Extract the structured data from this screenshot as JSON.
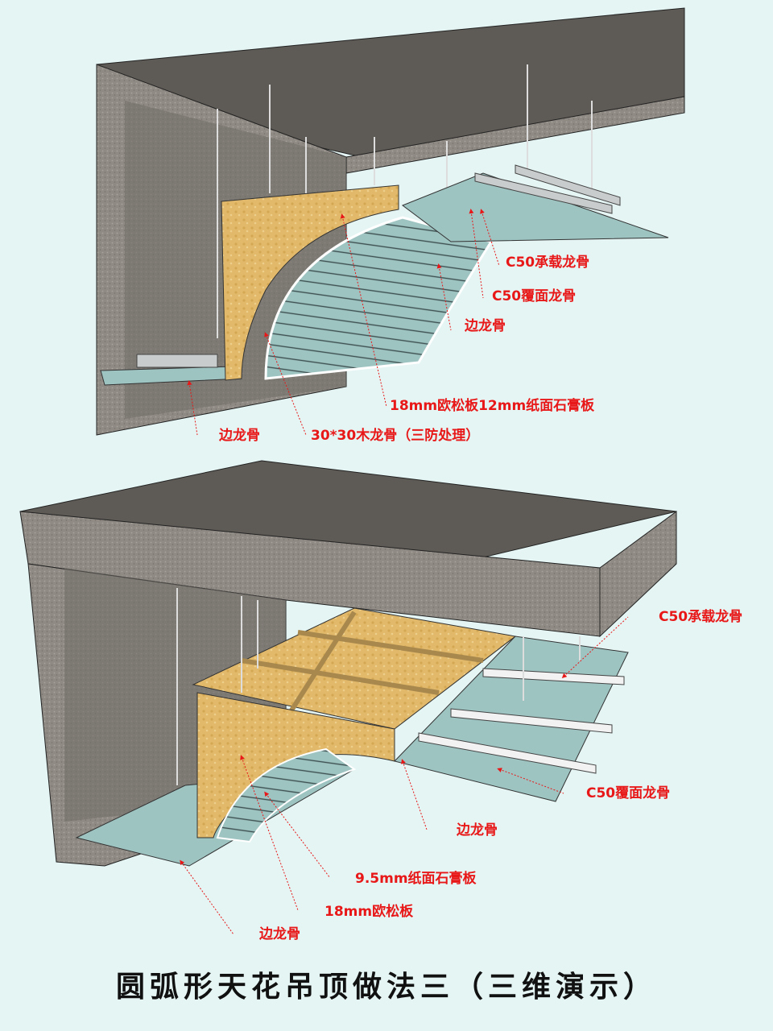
{
  "title": "圆弧形天花吊顶做法三（三维演示）",
  "colors": {
    "background": "#e4f5f4",
    "label_red": "#e81818",
    "concrete_top": "#5e5a55",
    "concrete_face": "#8f8a84",
    "osb": "#e2b96a",
    "gypsum": "#9ec4c2",
    "steel": "#c9cccc"
  },
  "diagram_top": {
    "labels": {
      "c50_main": "C50承载龙骨",
      "c50_cover": "C50覆面龙骨",
      "edge_right": "边龙骨",
      "boards": "18mm欧松板12mm纸面石膏板",
      "edge_left": "边龙骨",
      "wood_keel": "30*30木龙骨（三防处理）"
    }
  },
  "diagram_bottom": {
    "labels": {
      "c50_main": "C50承载龙骨",
      "c50_cover": "C50覆面龙骨",
      "edge_right": "边龙骨",
      "gypsum": "9.5mm纸面石膏板",
      "osb": "18mm欧松板",
      "edge_left": "边龙骨"
    }
  }
}
